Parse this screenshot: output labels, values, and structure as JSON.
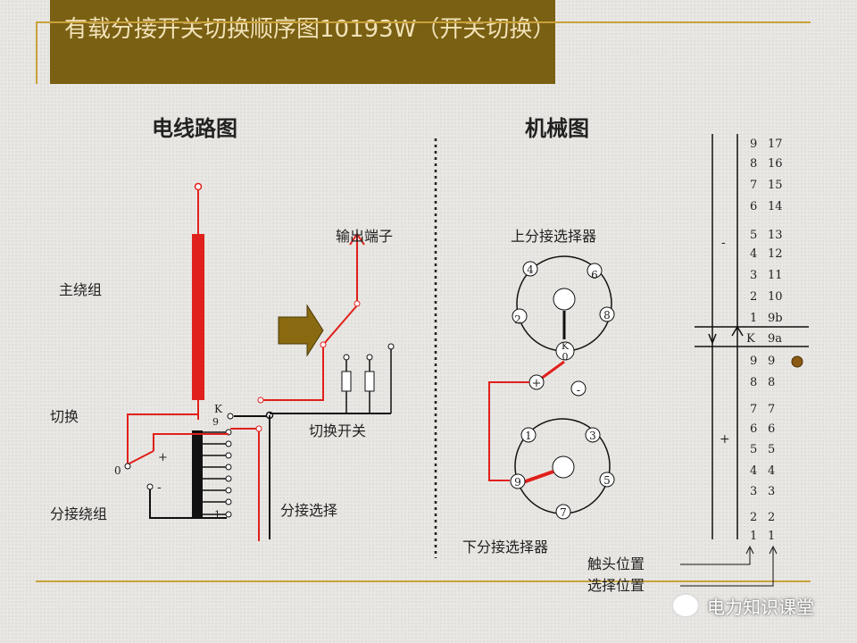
{
  "title": "有载分接开关切换顺序图10193W（开关切换）",
  "sections": {
    "circuit": "电线路图",
    "mechanical": "机械图"
  },
  "circuit_labels": {
    "main_winding": "主绕组",
    "switch": "切换",
    "tap_winding": "分接绕组",
    "output_terminal": "输出端子",
    "diverter_switch": "切换开关",
    "tap_selection": "分接选择",
    "k": "K",
    "nine": "9",
    "one": "1",
    "zero": "0",
    "plus": "+",
    "minus": "-"
  },
  "mechanical_labels": {
    "upper_selector": "上分接选择器",
    "lower_selector": "下分接选择器",
    "upper_contacts": [
      "4",
      "6",
      "2",
      "8"
    ],
    "k_label": "K",
    "k_zero": "0",
    "plus": "+",
    "minus": "-",
    "lower_contacts": [
      "1",
      "3",
      "9",
      "5",
      "7"
    ]
  },
  "position_table": {
    "rows": [
      [
        "9",
        "17"
      ],
      [
        "8",
        "16"
      ],
      [
        "7",
        "15"
      ],
      [
        "6",
        "14"
      ],
      [
        "5",
        "13"
      ],
      [
        "4",
        "12"
      ],
      [
        "3",
        "11"
      ],
      [
        "2",
        "10"
      ],
      [
        "1",
        "9b"
      ],
      [
        "K",
        "9a"
      ],
      [
        "9",
        "9"
      ],
      [
        "8",
        "8"
      ],
      [
        "7",
        "7"
      ],
      [
        "6",
        "6"
      ],
      [
        "5",
        "5"
      ],
      [
        "4",
        "4"
      ],
      [
        "3",
        "3"
      ],
      [
        "2",
        "2"
      ],
      [
        "1",
        "1"
      ]
    ],
    "minus_label": "-",
    "plus_label": "+",
    "contact_position": "触头位置",
    "select_position": "选择位置"
  },
  "watermark": "电力知识课堂",
  "colors": {
    "title_bg": "#7a6013",
    "title_text": "#f2e2b8",
    "accent_line": "#c9a13b",
    "wire_red": "#e0201c",
    "arrow_fill": "#8a6a10"
  }
}
